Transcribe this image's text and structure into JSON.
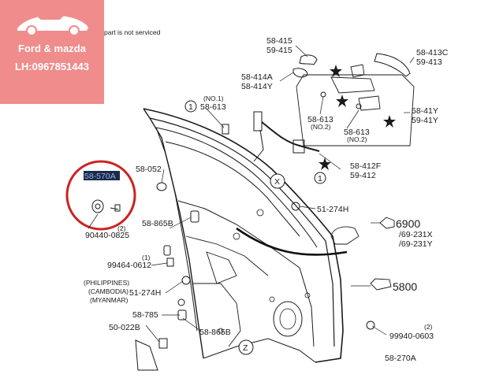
{
  "badge": {
    "brand": "Ford & mazda",
    "phone": "LH:0967851443",
    "bg_color": "#f08c8c"
  },
  "legend_note": "part is not serviced",
  "callouts": {
    "c1_top": "58-415",
    "c1_bottom": "59-415",
    "c2_top": "58-413C",
    "c2_bottom": "59-413",
    "c3_top": "58-414A",
    "c3_bottom": "58-414Y",
    "c4_note": "(NO.1)",
    "c4_num": "58-613",
    "c5_top": "58-41Y",
    "c5_bottom": "59-41Y",
    "c6_num": "58-613",
    "c6_note": "(NO.2)",
    "c7_num": "58-613",
    "c7_note": "(NO.2)",
    "c8_top": "58-412F",
    "c8_bottom": "59-412",
    "c9": "58-052",
    "c10_highlight": "58-570A",
    "c11_qty": "(2)",
    "c11_num": "90440-0825",
    "c12": "58-865B",
    "c13": "51-274H",
    "c14_num": "6900",
    "c14_a": "/69-231X",
    "c14_b": "/69-231Y",
    "c15_qty": "(1)",
    "c15_num": "99464-0612",
    "c16_r1": "(PHILIPPINES)",
    "c16_r2": "(CAMBODIA)",
    "c16_r3": "(MYANMAR)",
    "c16_num": "51-274H",
    "c17": "5800",
    "c18": "58-785",
    "c19": "50-022B",
    "c20": "58-865B",
    "c21_qty": "(2)",
    "c21_num": "99940-0603",
    "c22": "58-270A",
    "marker_x": "X",
    "marker_z": "Z",
    "marker_1": "1"
  },
  "colors": {
    "highlight_ring": "#cc2222",
    "highlight_fill": "#1c2a4a",
    "ink": "#1a1a1a"
  }
}
